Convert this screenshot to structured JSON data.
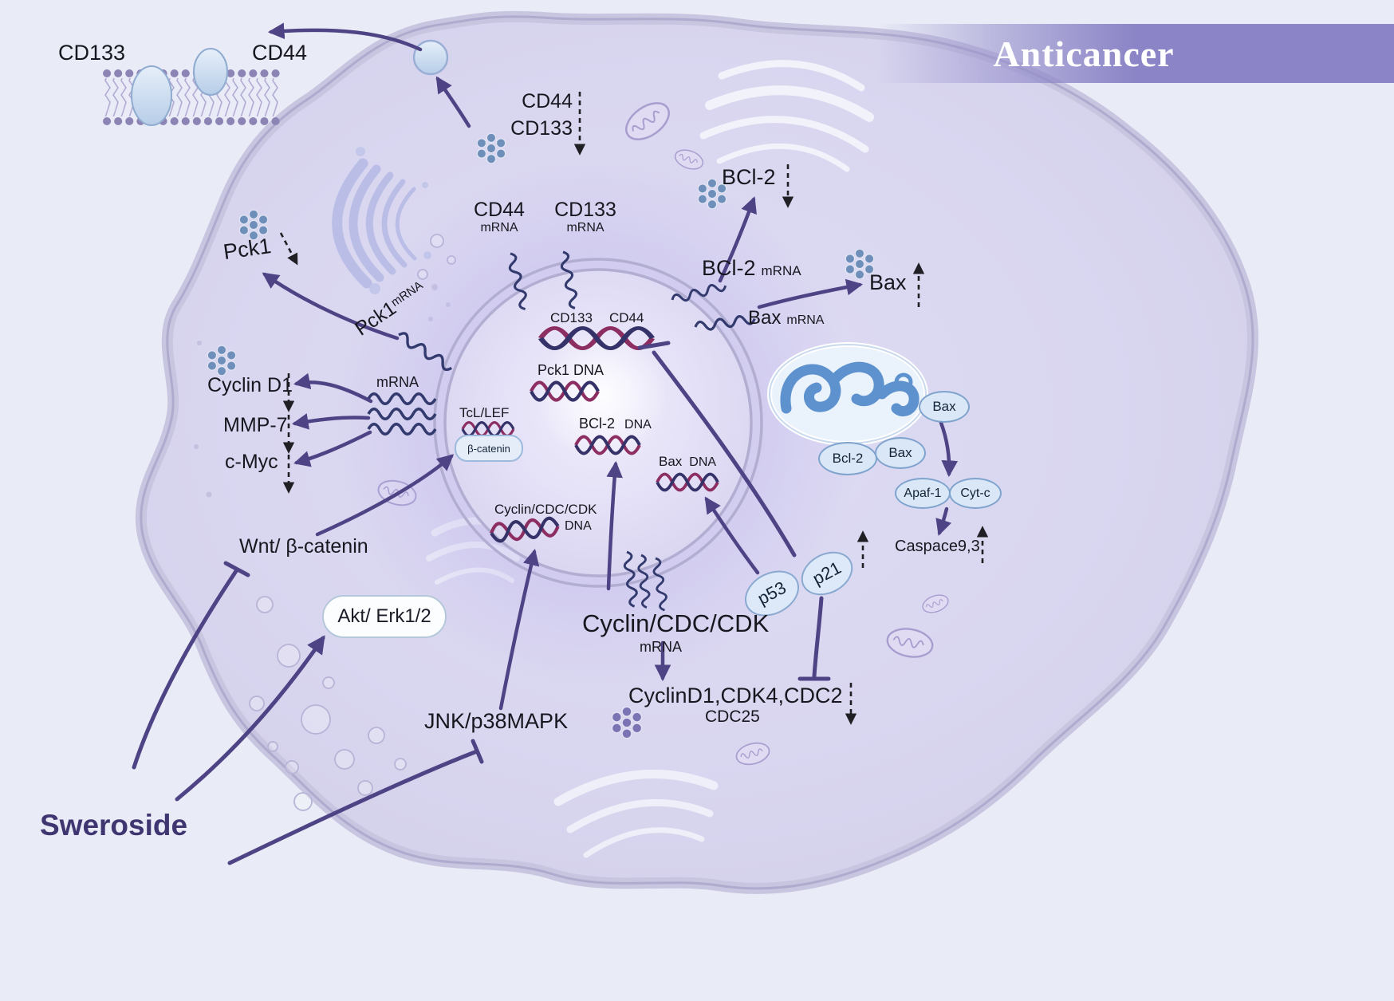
{
  "banner": {
    "title": "Anticancer"
  },
  "compound": "Sweroside",
  "colors": {
    "background": "#e9ebf6",
    "cell_fill": "#dbd8f0",
    "banner_purple": "#8b84c6",
    "arrow_purple": "#4e4384",
    "dna_strand_a": "#8c2e62",
    "dna_strand_b": "#343268",
    "mito_blue": "#5e92cf",
    "oval_fill": "#d9e7f7",
    "sweroside_text": "#3f3570"
  },
  "membrane": {
    "cd133": "CD133",
    "cd44": "CD44"
  },
  "surface": {
    "cd44": "CD44",
    "cd133": "CD133"
  },
  "proteins": {
    "bcl2": "BCl-2",
    "bax": "Bax",
    "pck1": "Pck1",
    "cyclin_d1": "Cyclin D1",
    "mmp7": "MMP-7",
    "cmyc": "c-Myc"
  },
  "mrna": {
    "tag": "mRNA",
    "cd44": "CD44",
    "cd133": "CD133",
    "bcl2": "BCl-2",
    "bax": "Bax",
    "pck1": "Pck1",
    "left_cluster": "mRNA"
  },
  "nucleus": {
    "cd133": "CD133",
    "cd44": "CD44",
    "pck1_dna": "Pck1 DNA",
    "bcl2": "BCl-2",
    "bax": "Bax",
    "dna_tag": "DNA",
    "ccc": "Cyclin/CDC/CDK",
    "tcl_lef": "TcL/LEF",
    "beta_catenin": "β-catenin"
  },
  "pathways": {
    "wnt": "Wnt/ β-catenin",
    "akt": "Akt/ Erk1/2",
    "jnk": "JNK/p38MAPK"
  },
  "apoptosis": {
    "bax_released": "Bax",
    "bcl2": "Bcl-2",
    "bax_mito": "Bax",
    "apaf1": "Apaf-1",
    "cytc": "Cyt-c",
    "caspase": "Caspace9,3",
    "p53": "p53",
    "p21": "p21"
  },
  "cell_cycle": {
    "ccc_mrna": "Cyclin/CDC/CDK",
    "effectors": "CyclinD1,CDK4,CDC2",
    "cdc25": "CDC25"
  }
}
